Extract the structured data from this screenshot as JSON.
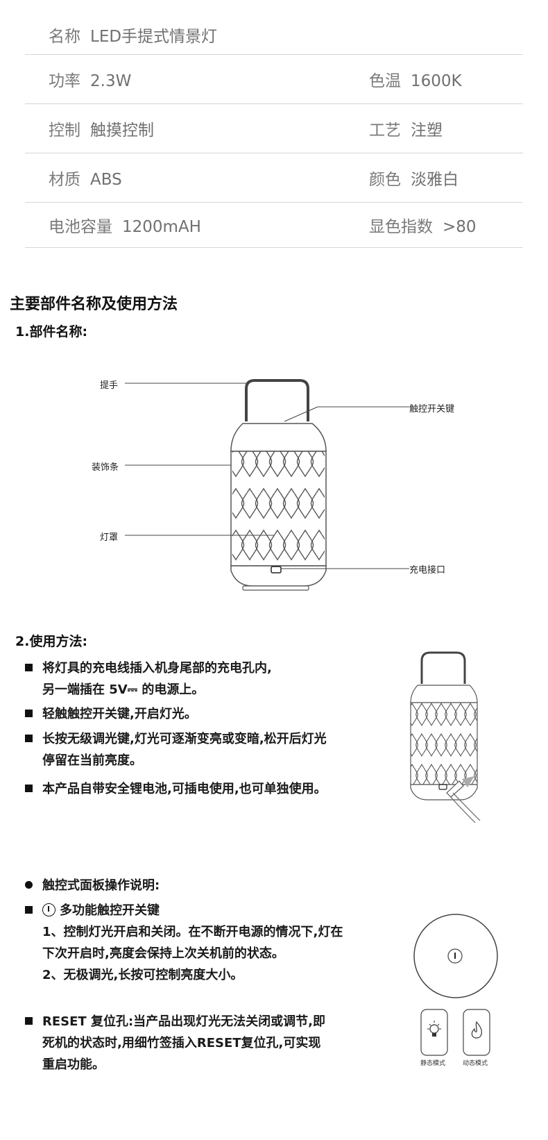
{
  "spec": {
    "name_key": "名称",
    "name_val": "LED手提式情景灯",
    "power_key": "功率",
    "power_val": "2.3W",
    "temp_key": "色温",
    "temp_val": "1600K",
    "control_key": "控制",
    "control_val": "触摸控制",
    "craft_key": "工艺",
    "craft_val": "注塑",
    "material_key": "材质",
    "material_val": "ABS",
    "color_key": "颜色",
    "color_val": "淡雅白",
    "battery_key": "电池容量",
    "battery_val": "1200mAH",
    "cri_key": "显色指数",
    "cri_val": ">80"
  },
  "section_title": "主要部件名称及使用方法",
  "parts": {
    "title": "1.部件名称:",
    "handle": "提手",
    "touch_switch": "触控开关键",
    "trim": "装饰条",
    "shade": "灯罩",
    "charge_port": "充电接口"
  },
  "usage": {
    "title": "2.使用方法:",
    "item1_line1": "将灯具的充电线插入机身尾部的充电孔内,",
    "item1_line2": "另一端插在 5V⎓ 的电源上。",
    "item2": "轻触触控开关键,开启灯光。",
    "item3_line1": "长按无级调光键,灯光可逐渐变亮或变暗,松开后灯光",
    "item3_line2": "停留在当前亮度。",
    "item4": "本产品自带安全锂电池,可插电使用,也可单独使用。"
  },
  "panel": {
    "title": "触控式面板操作说明:",
    "switch_title": "多功能触控开关键",
    "line1": "1、控制灯光开启和关闭。在不断开电源的情况下,灯在",
    "line2": "下次开启时,亮度会保持上次关机前的状态。",
    "line3": "2、无极调光,长按可控制亮度大小。",
    "reset_line1": "RESET 复位孔:当产品出现灯光无法关闭或调节,即",
    "reset_line2": "死机的状态时,用细竹签插入RESET复位孔,可实现",
    "reset_line3": "重启功能。",
    "static_mode": "静态模式",
    "dynamic_mode": "动态模式"
  }
}
